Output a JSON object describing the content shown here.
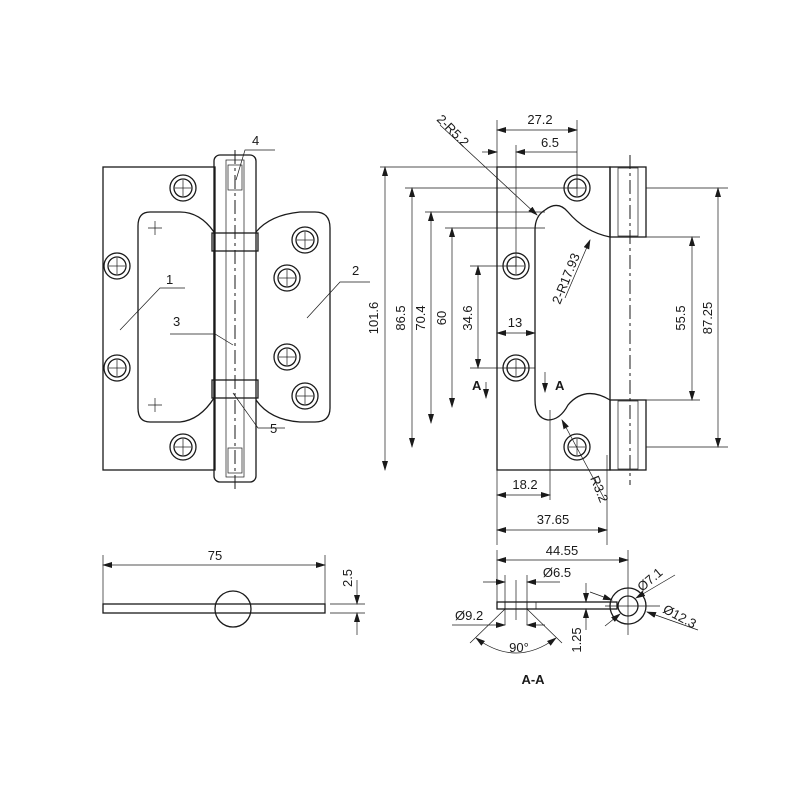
{
  "callouts": {
    "part1": "1",
    "part2": "2",
    "part3": "3",
    "part4": "4",
    "part5": "5"
  },
  "front_view": {
    "dim_27_2": "27.2",
    "dim_6_5": "6.5",
    "radius_r5_2": "2-R5.2",
    "radius_r17_93": "2-R17.93",
    "dim_101_6": "101.6",
    "dim_86_5": "86.5",
    "dim_70_4": "70.4",
    "dim_60": "60",
    "dim_34_6": "34.6",
    "dim_13": "13",
    "section_mark_left": "A",
    "section_mark_right": "A",
    "dim_55_5": "55.5",
    "dim_87_25": "87.25",
    "dim_18_2": "18.2",
    "radius_r3_2": "R3.2",
    "dim_37_65": "37.65"
  },
  "top_view": {
    "dim_75": "75",
    "dim_2_5": "2.5"
  },
  "section_view": {
    "dim_44_55": "44.55",
    "dia_6_5": "Ø6.5",
    "dia_9_2": "Ø9.2",
    "angle_90": "90°",
    "dim_1_25": "1.25",
    "dia_7_1": "Ø7.1",
    "dia_12_3": "Ø12.3",
    "title": "A-A"
  }
}
